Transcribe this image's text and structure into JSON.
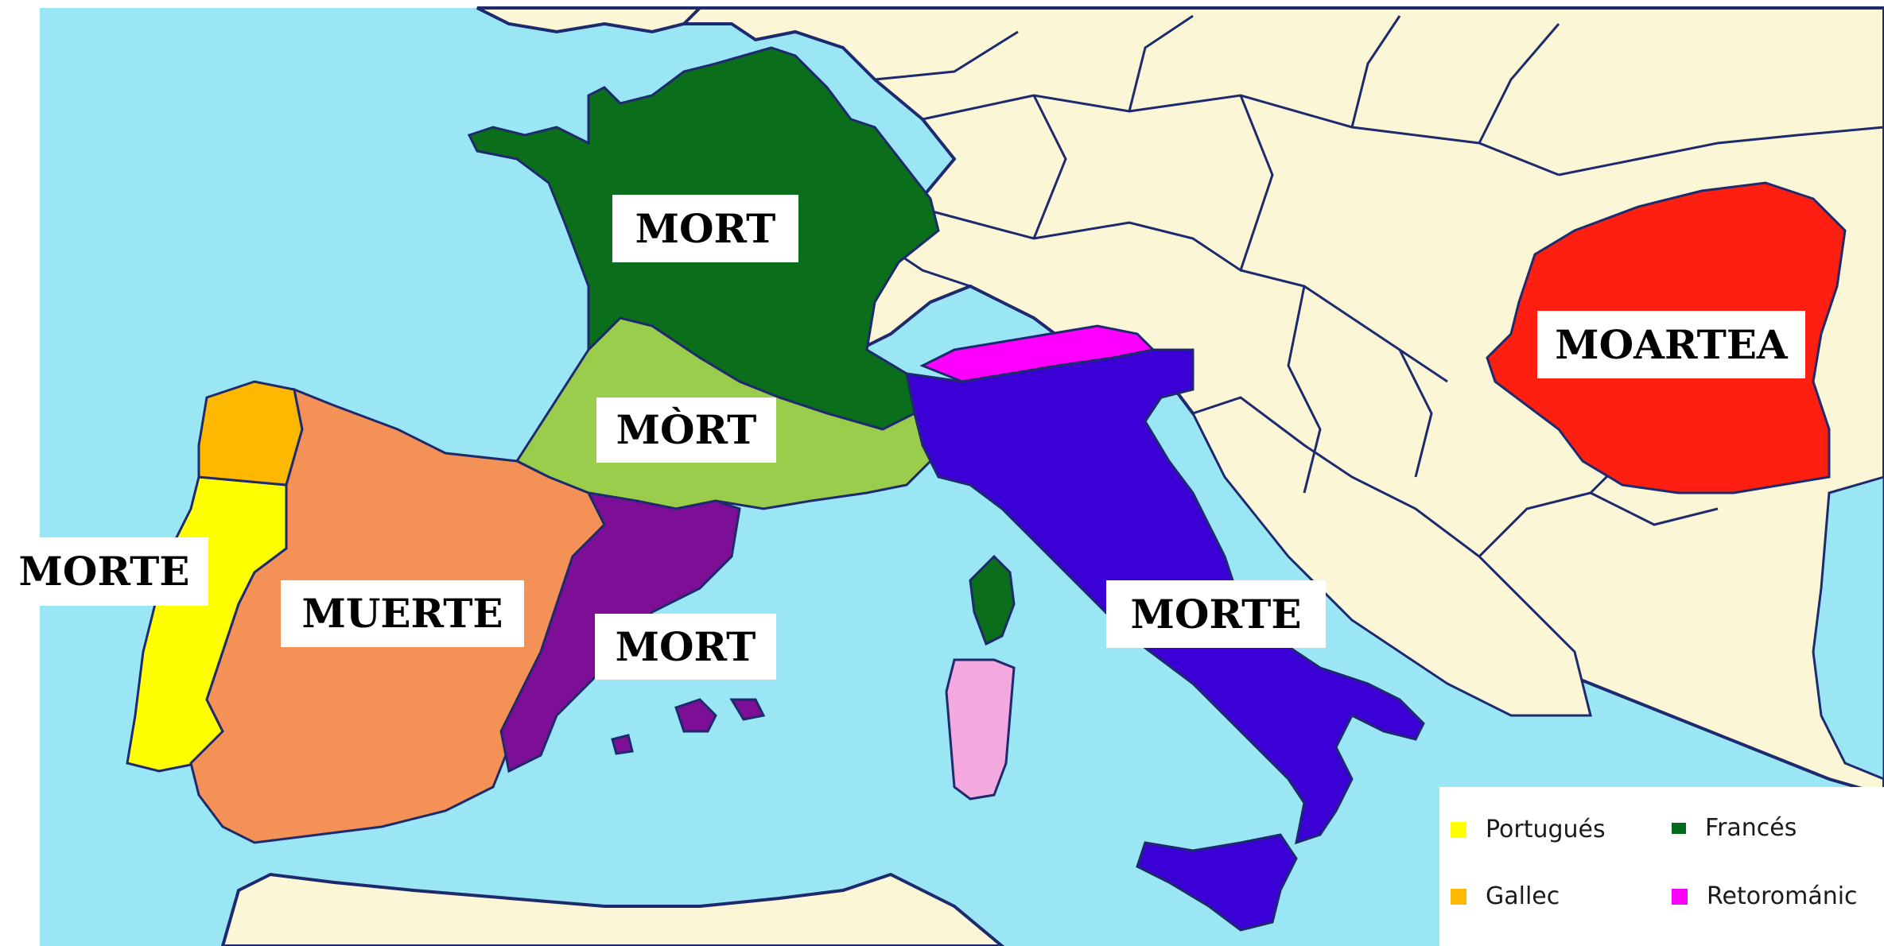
{
  "labels": {
    "french": "MORT",
    "occitan": "MÒRT",
    "catalan": "MORT",
    "portuguese": "MORTE",
    "spanish": "MUERTE",
    "italian": "MORTE",
    "romanian": "MOARTEA"
  },
  "legend": {
    "items": [
      {
        "label": "Portugués",
        "color": "#ffff00"
      },
      {
        "label": "Francés",
        "color": "#006b1e"
      },
      {
        "label": "Gallec",
        "color": "#ffb800"
      },
      {
        "label": "Retorománic",
        "color": "#ff00ff"
      }
    ]
  },
  "colors": {
    "sea": "#9be6f4",
    "land": "#fbf6d6",
    "border": "#1e2a6e",
    "france": "#0b6e1a",
    "occitan": "#9acd4c",
    "catalan": "#7d0f97",
    "portuguese": "#ffff00",
    "galician": "#ffb800",
    "spanish": "#f39156",
    "italian": "#3b00d6",
    "romansh": "#ff00ff",
    "romanian": "#ff1f10",
    "sardinian": "#f3a8e0",
    "corsican": "#0b6e1a"
  }
}
